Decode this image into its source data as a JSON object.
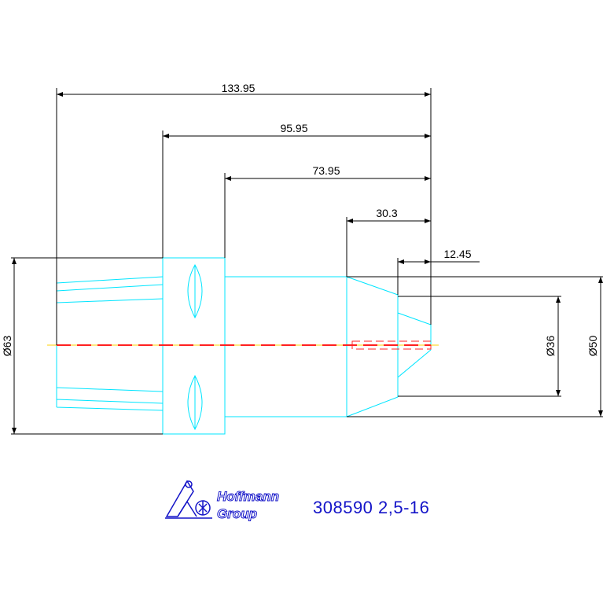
{
  "dimensions": {
    "len_total": "133.95",
    "len_2": "95.95",
    "len_3": "73.95",
    "len_4": "30.3",
    "len_5": "12.45",
    "dia_63": "Ø63",
    "dia_36": "Ø36",
    "dia_50": "Ø50"
  },
  "logo": {
    "line1": "Hoffmann",
    "line2": "Group"
  },
  "part_number": "308590 2,5-16",
  "colors": {
    "dimension": "#000000",
    "outline": "#00e5ff",
    "centerline_red": "#ff2020",
    "centerline_yellow": "#ffd000",
    "brand": "#1414c8"
  }
}
